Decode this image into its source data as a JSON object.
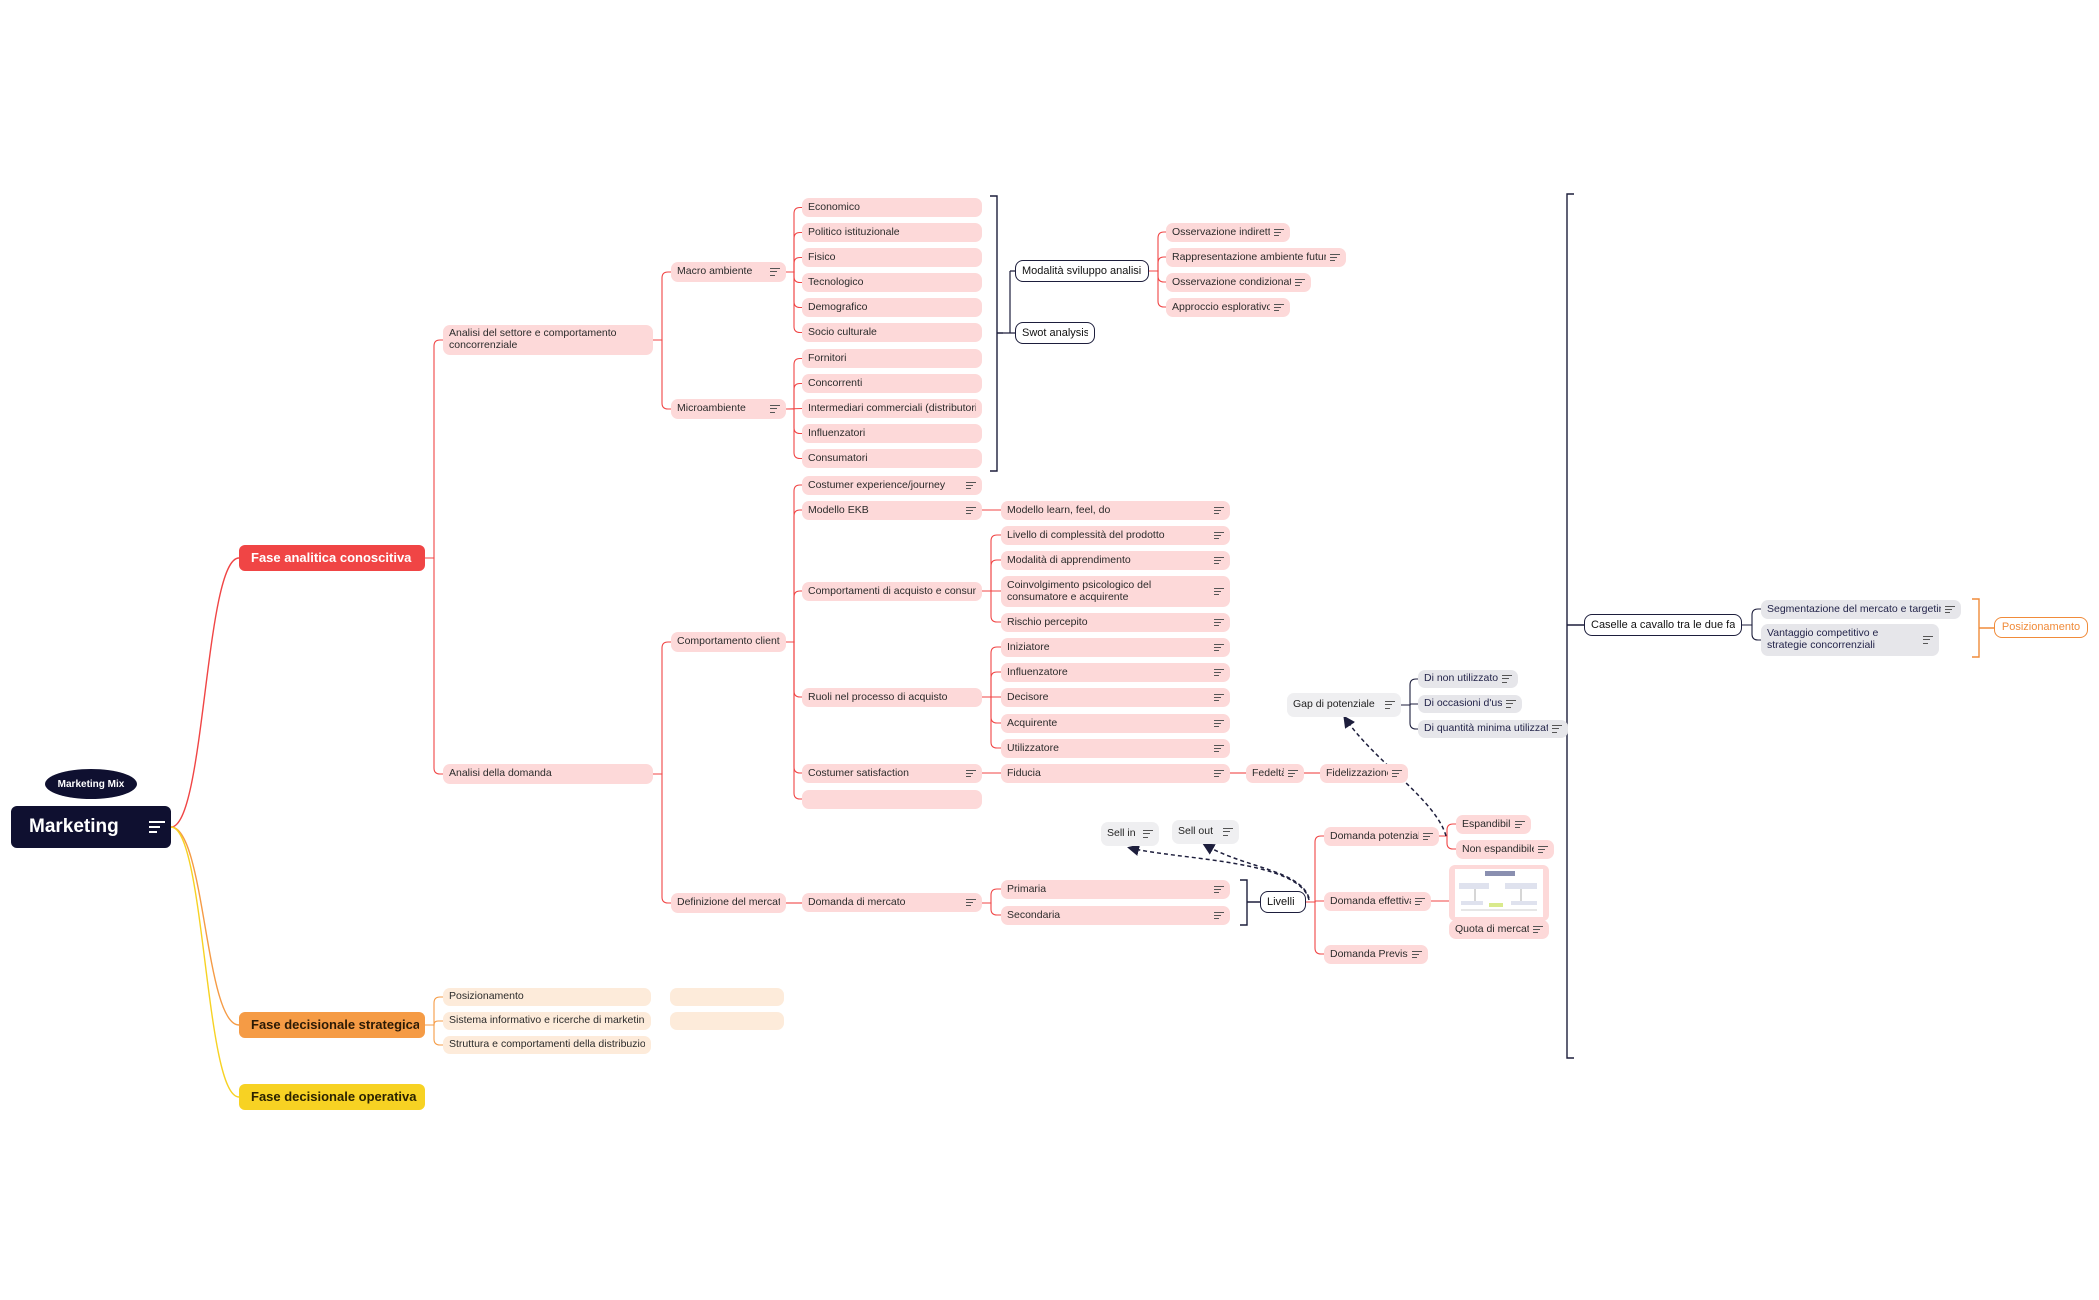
{
  "root": {
    "label": "Marketing",
    "badge": "Marketing Mix"
  },
  "colors": {
    "analitica": "#f04545",
    "strategica": "#f59b45",
    "operativa": "#f7d223",
    "bracket": "#1d1e3c",
    "orange_bracket": "#f08b3a"
  },
  "phases": {
    "analitica": "Fase analitica conoscitiva",
    "strategica": "Fase decisionale strategica",
    "operativa": "Fase decisionale operativa"
  },
  "analitica": {
    "settore": "Analisi del settore e comportamento concorrenziale",
    "macro": "Macro ambiente",
    "macro_items": [
      "Economico",
      "Politico istituzionale",
      "Fisico",
      "Tecnologico",
      "Demografico",
      "Socio culturale"
    ],
    "micro": "Microambiente",
    "micro_items": [
      "Fornitori",
      "Concorrenti",
      "Intermediari commerciali (distributori)",
      "Influenzatori",
      "Consumatori"
    ],
    "modalita": "Modalità sviluppo analisi",
    "modalita_items": [
      "Osservazione indiretta",
      "Rappresentazione ambiente futuro",
      "Osservazione condizionata",
      "Approccio esplorativo"
    ],
    "swot": "Swot analysis",
    "domanda": "Analisi della domanda",
    "comportamento": "Comportamento cliente",
    "customer_exp": "Costumer experience/journey",
    "ekb": "Modello EKB",
    "learn": "Modello learn, feel, do",
    "acquisto": "Comportamenti di acquisto e consumo",
    "acquisto_items": [
      "Livello di complessità del prodotto",
      "Modalità di apprendimento",
      "Coinvolgimento psicologico del consumatore e acquirente",
      "Rischio percepito"
    ],
    "ruoli": "Ruoli nel processo di acquisto",
    "ruoli_items": [
      "Iniziatore",
      "Influenzatore",
      "Decisore",
      "Acquirente",
      "Utilizzatore"
    ],
    "satisfaction": "Costumer satisfaction",
    "fiducia": "Fiducia",
    "fedelta": "Fedeltà",
    "fidelizzazione": "Fidelizzazione",
    "definizione": "Definizione del mercato",
    "domanda_mercato": "Domanda di mercato",
    "primaria": "Primaria",
    "secondaria": "Secondaria",
    "livelli": "Livelli",
    "potenziale": "Domanda potenziale",
    "effettiva": "Domanda effettiva",
    "prevista": "Domanda Prevista",
    "espandibile": "Espandibile",
    "non_espandibile": "Non espandibile",
    "quota": "Quota di mercato",
    "gap": "Gap di potenziale",
    "gap_items": [
      "Di non utilizzatori",
      "Di occasioni d'uso",
      "Di quantità minima utilizzata"
    ],
    "sell_in": "Sell in",
    "sell_out": "Sell out"
  },
  "strategica": {
    "items": [
      "Posizionamento",
      "Sistema informativo e ricerche di marketing",
      "Struttura e comportamenti della distribuzione"
    ]
  },
  "caselle": {
    "label": "Caselle a cavallo tra le due fasi",
    "items": [
      "Segmentazione del mercato e targeting",
      "Vantaggio competitivo e strategie concorrenziali"
    ],
    "posizionamento": "Posizionamento"
  }
}
